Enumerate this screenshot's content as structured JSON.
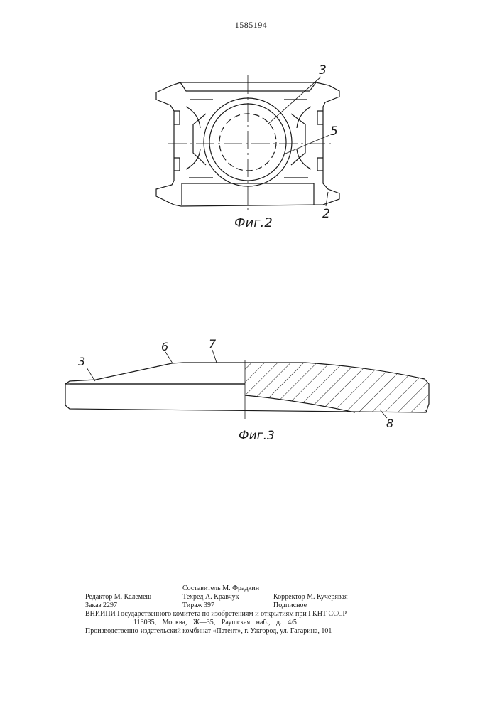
{
  "header": {
    "patent_number": "1585194"
  },
  "fig2": {
    "caption": "Фиг.2",
    "labels": {
      "l3": "3",
      "l5": "5",
      "l2": "2"
    }
  },
  "fig3": {
    "caption": "Фиг.3",
    "labels": {
      "l3": "3",
      "l6": "6",
      "l7": "7",
      "l8": "8"
    }
  },
  "imprint": {
    "compiler": "Составитель М. Фрадкин",
    "editor": "Редактор М. Келемеш",
    "techred": "Техред А. Кравчук",
    "corrector": "Корректор М. Кучерявая",
    "order": "Заказ 2297",
    "circulation": "Тираж 397",
    "subscription": "Подписное",
    "org": "ВНИИПИ Государственного комитета по изобретениям и открытиям при ГКНТ СССР",
    "address": "113035, Москва, Ж—35, Раушская наб., д. 4/5",
    "printer": "Производственно-издательский комбинат «Патент», г. Ужгород, ул. Гагарина, 101"
  }
}
